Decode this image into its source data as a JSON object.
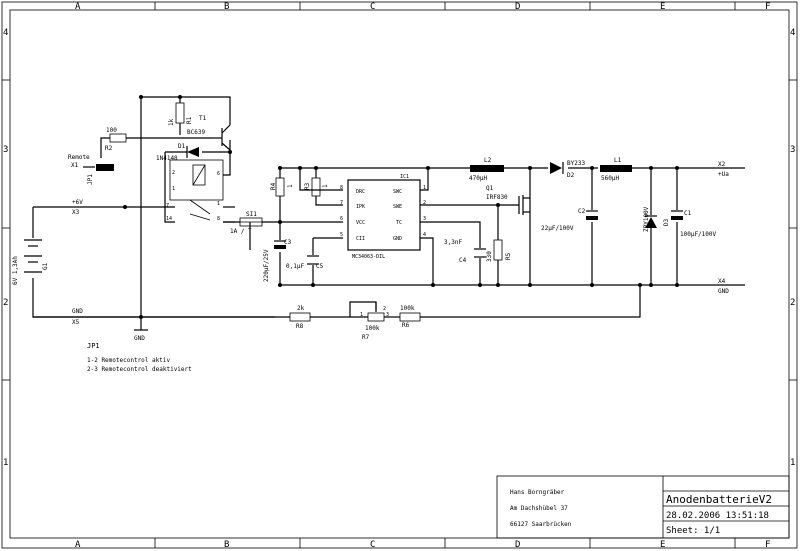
{
  "frame": {
    "columns": [
      "A",
      "B",
      "C",
      "D",
      "E",
      "F"
    ],
    "rows": [
      "4",
      "3",
      "2",
      "1"
    ]
  },
  "connectors": {
    "remote": {
      "label": "Remote",
      "ref": "X1"
    },
    "plus6v": {
      "label": "+6V",
      "ref": "X3"
    },
    "gnd_in": {
      "label": "GND",
      "ref": "X5"
    },
    "out_ua": {
      "label": "+Ua",
      "ref": "X2"
    },
    "out_gnd": {
      "label": "GND",
      "ref": "X4"
    },
    "jp1": "JP1"
  },
  "components": {
    "g1": {
      "ref": "G1",
      "value": "6V 1,3Ah"
    },
    "r1": {
      "ref": "R1",
      "value": "1k"
    },
    "r2": {
      "ref": "R2",
      "value": "100"
    },
    "t1": {
      "ref": "T1",
      "value": "BC639"
    },
    "d1": {
      "ref": "D1",
      "value": "1N4148"
    },
    "si1": {
      "ref": "SI1",
      "value": "1A / T"
    },
    "r4": {
      "ref": "R4",
      "value": "1"
    },
    "r3": {
      "ref": "R3",
      "value": "1"
    },
    "c3": {
      "ref": "C3",
      "value": "220µF/25V"
    },
    "c5": {
      "ref": "C5",
      "value": "0,1µF"
    },
    "ic1": {
      "ref": "IC1",
      "value": "MC34063-DIL"
    },
    "l2": {
      "ref": "L2",
      "value": "470µH"
    },
    "q1": {
      "ref": "Q1",
      "value": "IRF830"
    },
    "c4": {
      "ref": "C4",
      "value": "3,3nF"
    },
    "r5": {
      "ref": "R5",
      "value": "330"
    },
    "d2": {
      "ref": "D2",
      "value": "BY233"
    },
    "c2": {
      "ref": "C2",
      "value": "22µF/100V"
    },
    "l1": {
      "ref": "L1",
      "value": "560µH"
    },
    "d3": {
      "ref": "D3",
      "value": "ZPY100V"
    },
    "c1": {
      "ref": "C1",
      "value": "100µF/100V"
    },
    "r8": {
      "ref": "R8",
      "value": "2k"
    },
    "r7": {
      "ref": "R7",
      "value": "100k"
    },
    "r6": {
      "ref": "R6",
      "value": "100k"
    },
    "gnd_symbol": "GND"
  },
  "ic_pins": {
    "drc": "DRC",
    "ipk": "IPK",
    "vcc": "VCC",
    "cii": "CII",
    "swc": "SWC",
    "swe": "SWE",
    "tc": "TC",
    "gnd": "GND"
  },
  "notes": {
    "title": "JP1",
    "line1": "1-2 Remotecontrol aktiv",
    "line2": "2-3 Remotecontrol deaktiviert"
  },
  "title_block": {
    "author": "Hans Borngräber",
    "street": "Am Dachshübel 37",
    "city": "66127 Saarbrücken",
    "project": "AnodenbatterieV2",
    "datetime": "28.02.2006 13:51:18",
    "sheet": "Sheet: 1/1"
  }
}
